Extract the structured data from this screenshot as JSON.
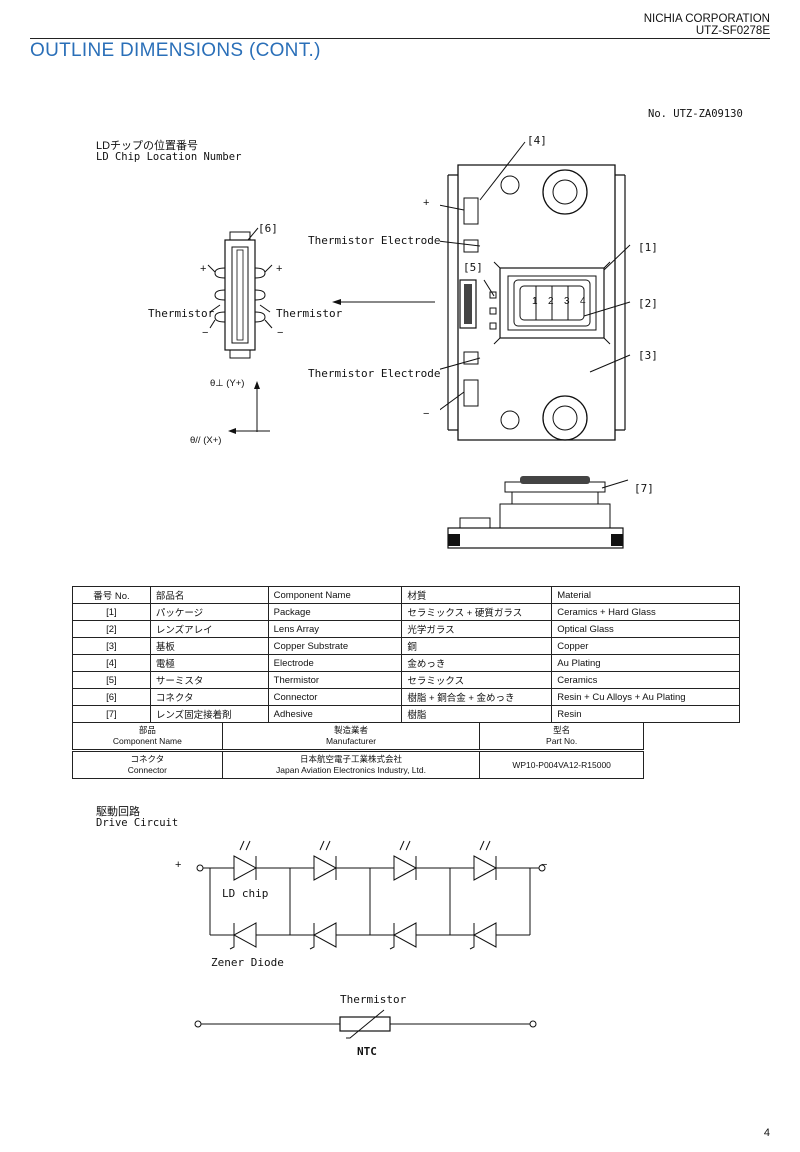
{
  "header": {
    "company": "NICHIA CORPORATION",
    "doc_id": "UTZ-SF0278E",
    "title": "OUTLINE DIMENSIONS (CONT.)",
    "drawing_no": "No. UTZ-ZA09130"
  },
  "chip_location": {
    "title_jp": "LDチップの位置番号",
    "title_en": "LD Chip Location Number",
    "connector_ref": "[6]",
    "thermistor_left": "Thermistor",
    "thermistor_right": "Thermistor",
    "plus": "+",
    "minus": "−",
    "axis_y": "θ⊥ (Y+)",
    "axis_x": "θ// (X+)"
  },
  "package": {
    "ref4": "[4]",
    "ref1": "[1]",
    "ref2": "[2]",
    "ref3": "[3]",
    "ref5": "[5]",
    "ref7": "[7]",
    "thermistor_electrode_top": "Thermistor Electrode",
    "thermistor_electrode_bottom": "Thermistor Electrode",
    "plus": "+",
    "minus": "−",
    "chip_numbers": [
      "1",
      "2",
      "3",
      "4"
    ]
  },
  "parts_table": {
    "headers": [
      "番号 No.",
      "部品名",
      "Component Name",
      "材質",
      "Material"
    ],
    "rows": [
      [
        "[1]",
        "パッケージ",
        "Package",
        "セラミックス + 硬質ガラス",
        "Ceramics + Hard Glass"
      ],
      [
        "[2]",
        "レンズアレイ",
        "Lens Array",
        "光学ガラス",
        "Optical Glass"
      ],
      [
        "[3]",
        "基板",
        "Copper Substrate",
        "銅",
        "Copper"
      ],
      [
        "[4]",
        "電極",
        "Electrode",
        "金めっき",
        "Au Plating"
      ],
      [
        "[5]",
        "サーミスタ",
        "Thermistor",
        "セラミックス",
        "Ceramics"
      ],
      [
        "[6]",
        "コネクタ",
        "Connector",
        "樹脂 + 銅合金 + 金めっき",
        "Resin + Cu Alloys + Au Plating"
      ],
      [
        "[7]",
        "レンズ固定接着剤",
        "Adhesive",
        "樹脂",
        "Resin"
      ]
    ]
  },
  "manufacturer_table": {
    "col1_jp": "部品",
    "col1_en": "Component Name",
    "col2_jp": "製造業者",
    "col2_en": "Manufacturer",
    "col3_jp": "型名",
    "col3_en": "Part No.",
    "row_component_jp": "コネクタ",
    "row_component_en": "Connector",
    "row_mfr_jp": "日本航空電子工業株式会社",
    "row_mfr_en": "Japan Aviation Electronics Industry, Ltd.",
    "row_part": "WP10-P004VA12-R15000"
  },
  "drive_circuit": {
    "title_jp": "駆動回路",
    "title_en": "Drive Circuit",
    "ld_chip": "LD chip",
    "zener": "Zener Diode",
    "thermistor": "Thermistor",
    "ntc": "NTC",
    "plus": "+",
    "minus": "−"
  },
  "page_number": "4"
}
